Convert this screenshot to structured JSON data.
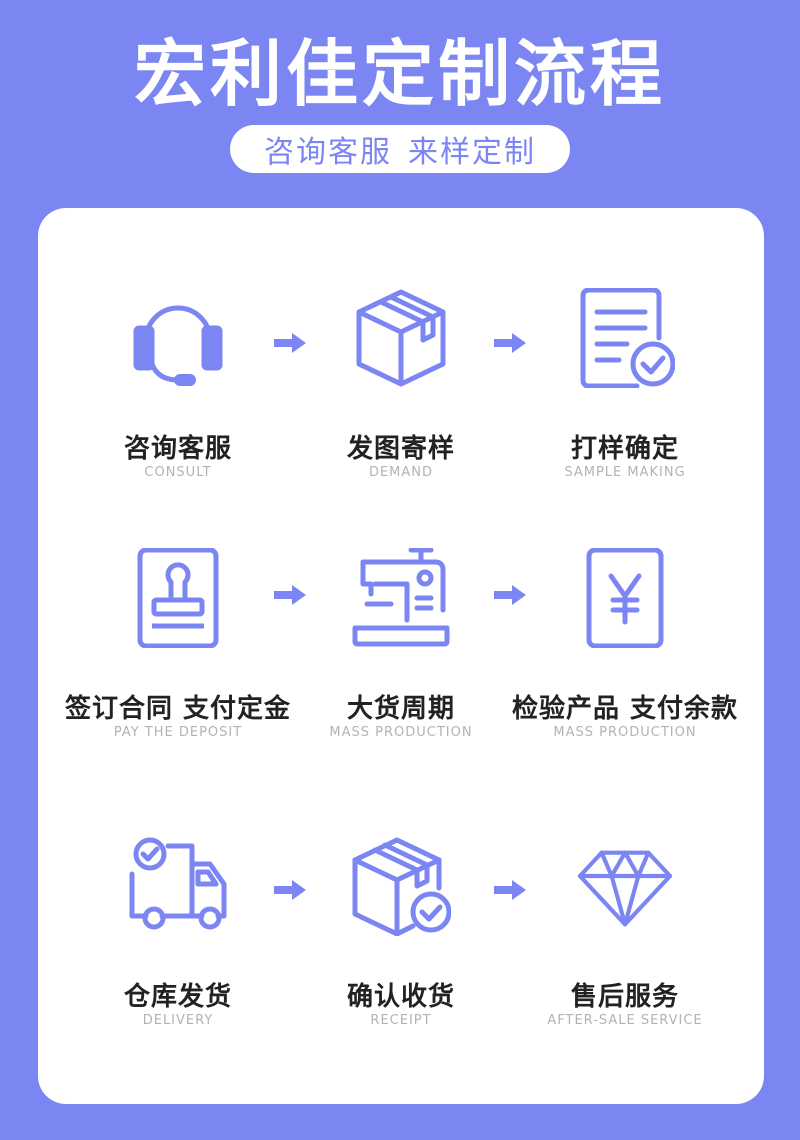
{
  "header": {
    "title": "宏利佳定制流程",
    "pill_left": "咨询客服",
    "pill_right": "来样定制"
  },
  "colors": {
    "accent": "#7b86f2",
    "card": "#ffffff",
    "label": "#222222",
    "sublabel": "#b3b3b3"
  },
  "steps": [
    {
      "label": "咨询客服",
      "sub": "CONSULT",
      "icon": "headset-icon"
    },
    {
      "label": "发图寄样",
      "sub": "DEMAND",
      "icon": "package-box-icon"
    },
    {
      "label": "打样确定",
      "sub": "SAMPLE MAKING",
      "icon": "document-check-icon"
    },
    {
      "label": "签订合同 支付定金",
      "sub": "PAY THE DEPOSIT",
      "icon": "stamp-icon"
    },
    {
      "label": "大货周期",
      "sub": "MASS PRODUCTION",
      "icon": "sewing-machine-icon"
    },
    {
      "label": "检验产品 支付余款",
      "sub": "MASS PRODUCTION",
      "icon": "yen-card-icon"
    },
    {
      "label": "仓库发货",
      "sub": "DELIVERY",
      "icon": "delivery-truck-icon"
    },
    {
      "label": "确认收货",
      "sub": "RECEIPT",
      "icon": "box-check-icon"
    },
    {
      "label": "售后服务",
      "sub": "AFTER-SALE SERVICE",
      "icon": "diamond-icon"
    }
  ]
}
